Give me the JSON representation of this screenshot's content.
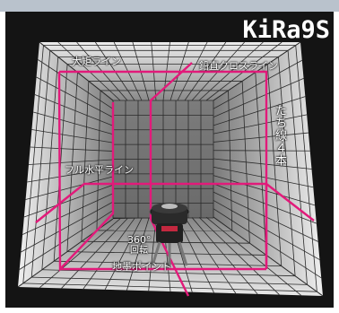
{
  "brand": "KiRa9S",
  "labels": {
    "horizontal_large": "大矩ライン",
    "vertical_cross": "鉛直クロスライン",
    "four_lines": "たち線４本",
    "full_horizontal": "フル水平ライン",
    "rotation_value": "360°",
    "rotation_word": "回転",
    "ground_point": "地墨ポイント"
  },
  "colors": {
    "laser": "#e21a7a",
    "background": "#141414",
    "grid_light": "#dcdcdc",
    "grid_dark": "#6a6a6a"
  }
}
